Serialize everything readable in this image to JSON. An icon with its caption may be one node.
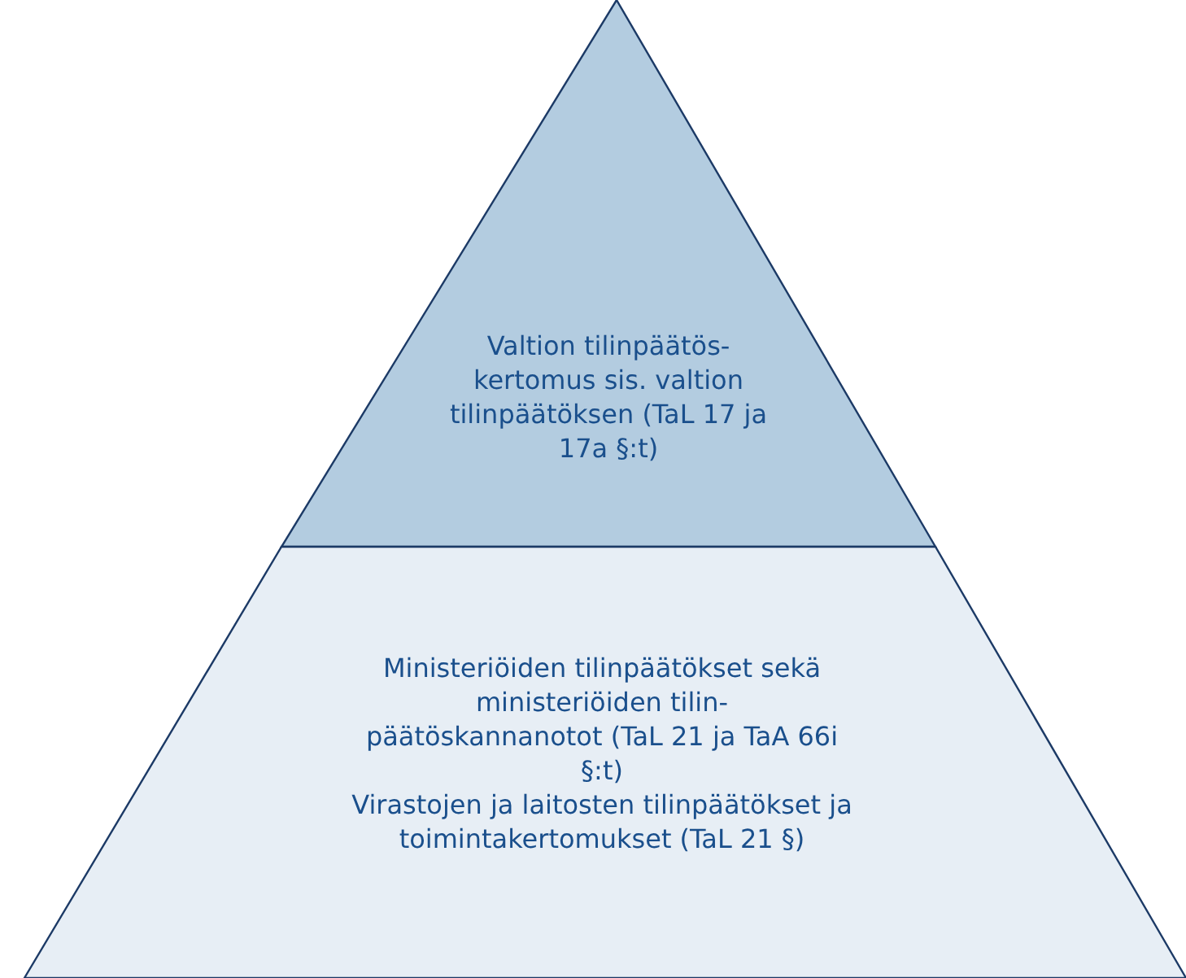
{
  "diagram": {
    "nodes": [
      {
        "text": [
          "Valtion tilinpäätös-kertomus sis. valtion tilinpäätöksen (TaL 17 ja 17a §:t)"
        ]
      },
      {
        "text": [
          "Ministeriöiden tilinpäätökset sekä ministeriöiden tilin-päätöskannanotot (TaL 21 ja TaA 66i §:t)",
          "Virastojen ja laitosten tilinpäätökset ja toimintakertomukset (TaL 21 §)"
        ]
      }
    ],
    "edges": []
  }
}
